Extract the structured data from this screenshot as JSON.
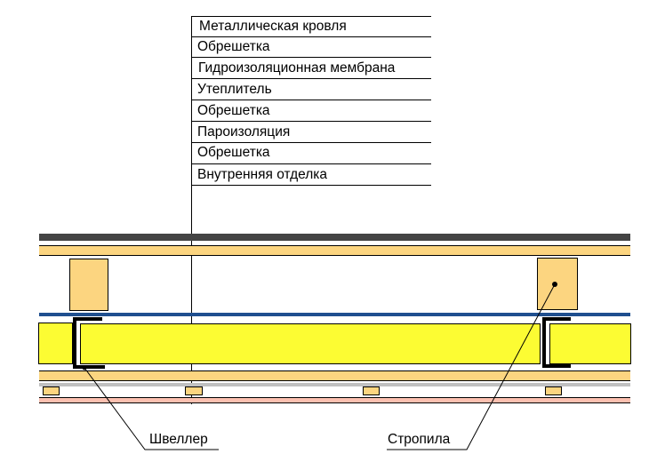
{
  "legend": {
    "layers": [
      "Металлическая кровля",
      "Обрешетка",
      "Гидроизоляционная мембрана",
      " Утеплитель",
      "Обрешетка",
      "Пароизоляция",
      "Обрешетка",
      " Внутренняя отделка"
    ]
  },
  "callouts": {
    "channel": "Швеллер",
    "rafter": "Стропила"
  },
  "colors": {
    "roof": "#444444",
    "batten": "#FCD580",
    "membrane": "#1F4F8F",
    "insulation": "#FCFC33",
    "vapor_barrier": "#C0C0C0",
    "finish": "#FCC0B0",
    "outline": "#000000"
  }
}
